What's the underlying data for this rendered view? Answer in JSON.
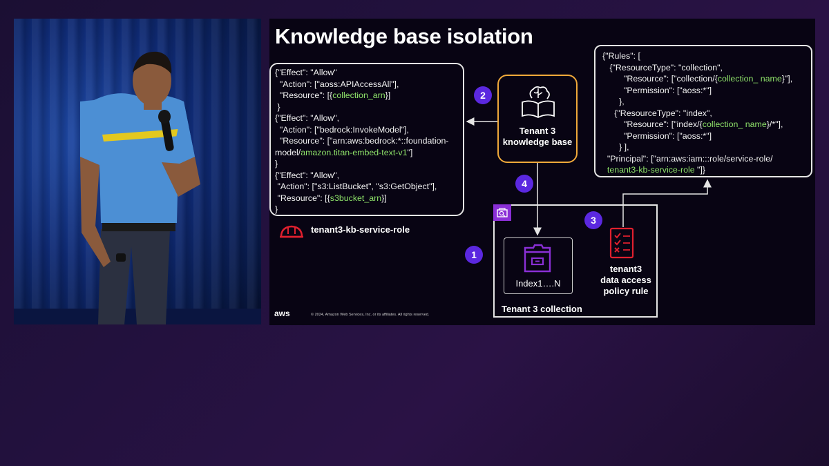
{
  "slide": {
    "title": "Knowledge base isolation",
    "role_label": "tenant3-kb-service-role",
    "kb_label_line1": "Tenant 3",
    "kb_label_line2": "knowledge base",
    "index_label": "Index1….N",
    "collection_label": "Tenant 3 collection",
    "policy_line1": "tenant3",
    "policy_line2": "data access",
    "policy_line3": "policy rule",
    "badges": [
      "1",
      "2",
      "3",
      "4"
    ],
    "aws_logo": "aws",
    "copyright": "© 2024, Amazon Web Services, Inc. or its affiliates. All rights reserved.",
    "colors": {
      "accent_badge": "#5b28e0",
      "kb_border": "#f0a93a",
      "highlight": "#8fe36a",
      "role_icon": "#e0202e",
      "policy_icon": "#e0202e",
      "index_icon": "#8a2fd6"
    }
  },
  "iam_policy": {
    "lines": [
      {
        "t": "{\"Effect\": \"Allow\""
      },
      {
        "t": "  \"Action\": [\"aoss:APIAccessAll\"],"
      },
      {
        "t": "  \"Resource\": [{",
        "h": "collection_arn",
        "e": "}]"
      },
      {
        "t": " }"
      },
      {
        "t": "{\"Effect\": \"Allow\","
      },
      {
        "t": "  \"Action\": [\"bedrock:InvokeModel\"],"
      },
      {
        "t": "  \"Resource\": [\"arn:aws:bedrock:*::foundation-"
      },
      {
        "t": "model/",
        "h": "amazon.titan-embed-text-v1",
        "e": "\"]"
      },
      {
        "t": "}"
      },
      {
        "t": "{\"Effect\": \"Allow\","
      },
      {
        "t": " \"Action\": [\"s3:ListBucket\", \"s3:GetObject\"],"
      },
      {
        "t": " \"Resource\": [{",
        "h": "s3bucket_arn",
        "e": "}]"
      },
      {
        "t": "}"
      }
    ]
  },
  "access_policy": {
    "lines": [
      {
        "t": "{\"Rules\": ["
      },
      {
        "t": "   {\"ResourceType\": \"collection\","
      },
      {
        "t": "         \"Resource\": [\"collection/{",
        "h": "collection_ name",
        "e": "}\"],"
      },
      {
        "t": "         \"Permission\": [\"aoss:*\"]"
      },
      {
        "t": "       },"
      },
      {
        "t": "     {\"ResourceType\": \"index\","
      },
      {
        "t": "         \"Resource\": [\"index/{",
        "h": "collection_ name",
        "e": "}/*\"],"
      },
      {
        "t": "         \"Permission\": [\"aoss:*\"]"
      },
      {
        "t": "       } ],"
      },
      {
        "t": "  \"Principal\": [\"arn:aws:iam:::role/service-role/"
      },
      {
        "t": "  ",
        "h": "tenant3-kb-service-role",
        "e": " \"]}"
      }
    ]
  }
}
